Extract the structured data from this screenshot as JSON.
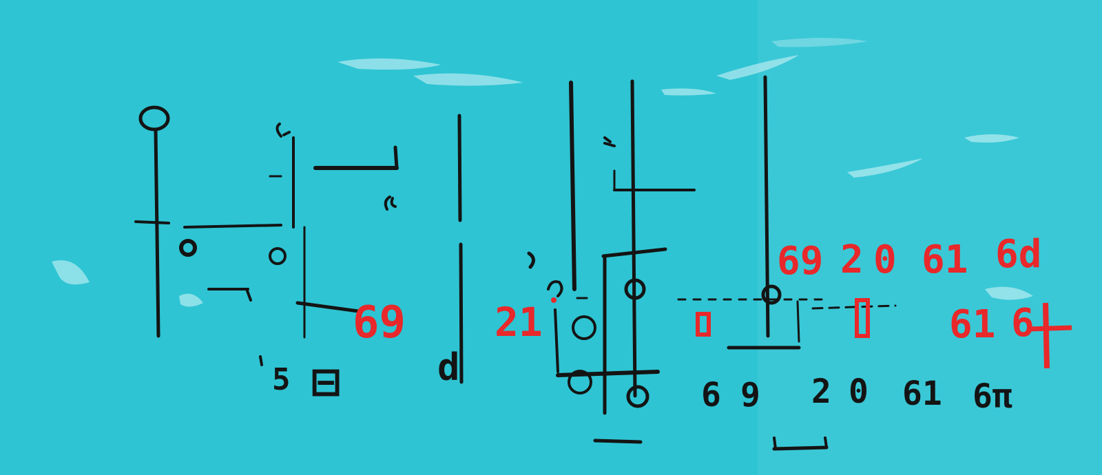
{
  "colors": {
    "background": "#2ec4d3",
    "ink_black": "#141414",
    "ink_red": "#e8282a",
    "highlight": "#e9fbfd"
  },
  "painting": {
    "red_marks": [
      "69",
      "21",
      "6920",
      "61",
      "6d",
      "61",
      "6"
    ],
    "black_marks": [
      "6",
      "69",
      "20",
      "61",
      "6π"
    ]
  }
}
